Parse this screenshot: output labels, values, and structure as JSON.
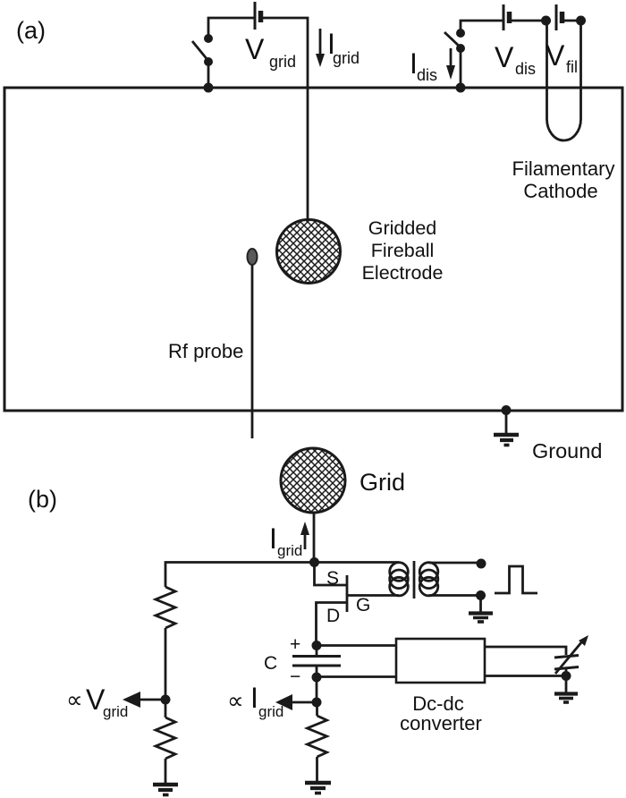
{
  "figure": {
    "background": "#ffffff",
    "ink_color": "#1a1a1a",
    "probe_dot_color": "#5a5a5a",
    "panel_a": {
      "label": "(a)",
      "v_grid": {
        "base": "V",
        "sub": "grid"
      },
      "i_grid": {
        "base": "I",
        "sub": "grid"
      },
      "i_dis": {
        "base": "I",
        "sub": "dis"
      },
      "v_dis": {
        "base": "V",
        "sub": "dis"
      },
      "v_fil": {
        "base": "V",
        "sub": "fil"
      },
      "cathode_label": [
        "Filamentary",
        "Cathode"
      ],
      "electrode_label": [
        "Gridded",
        "Fireball",
        "Electrode"
      ],
      "rf_probe_label": "Rf probe",
      "ground_label": "Ground"
    },
    "panel_b": {
      "label": "(b)",
      "grid_label": "Grid",
      "i_grid": {
        "base": "I",
        "sub": "grid"
      },
      "mosfet": {
        "source": "S",
        "gate": "G",
        "drain": "D"
      },
      "capacitor": {
        "name": "C",
        "plus": "+",
        "minus": "−"
      },
      "v_monitor": {
        "prop": "∝",
        "base": "V",
        "sub": "grid"
      },
      "i_monitor": {
        "prop": "∝",
        "base": "I",
        "sub": "grid"
      },
      "dcdc_label": [
        "Dc-dc",
        "converter"
      ]
    }
  }
}
